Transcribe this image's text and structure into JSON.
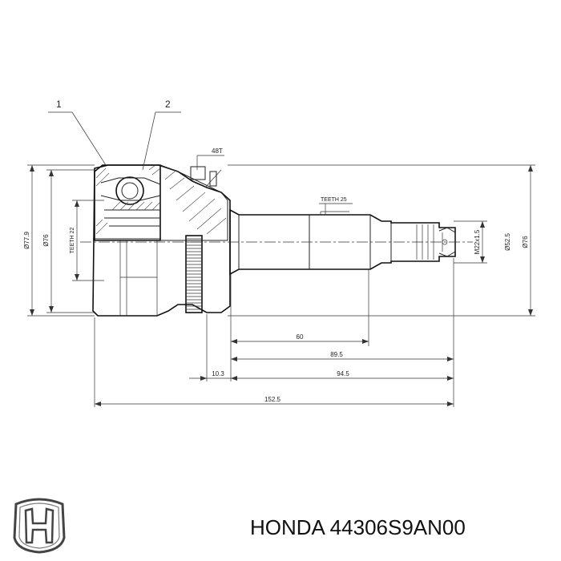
{
  "labels": {
    "part_1": "1",
    "part_2": "2",
    "abs_teeth": "48T",
    "teeth_outer": "TEETH 25",
    "teeth_inner": "TEETH 22"
  },
  "dimensions": {
    "d779": "Ø77.9",
    "d76_left": "Ø76",
    "d525": "Ø52.5",
    "d76_right": "Ø76",
    "thread": "M22x1.5",
    "len_60": "60",
    "len_895": "89.5",
    "len_103": "10.3",
    "len_945": "94.5",
    "len_1525": "152.5"
  },
  "footer": {
    "title": "HONDA 44306S9AN00"
  },
  "colors": {
    "line": "#222222",
    "background": "#ffffff"
  },
  "icons": {
    "brand": "honda-h-logo"
  }
}
